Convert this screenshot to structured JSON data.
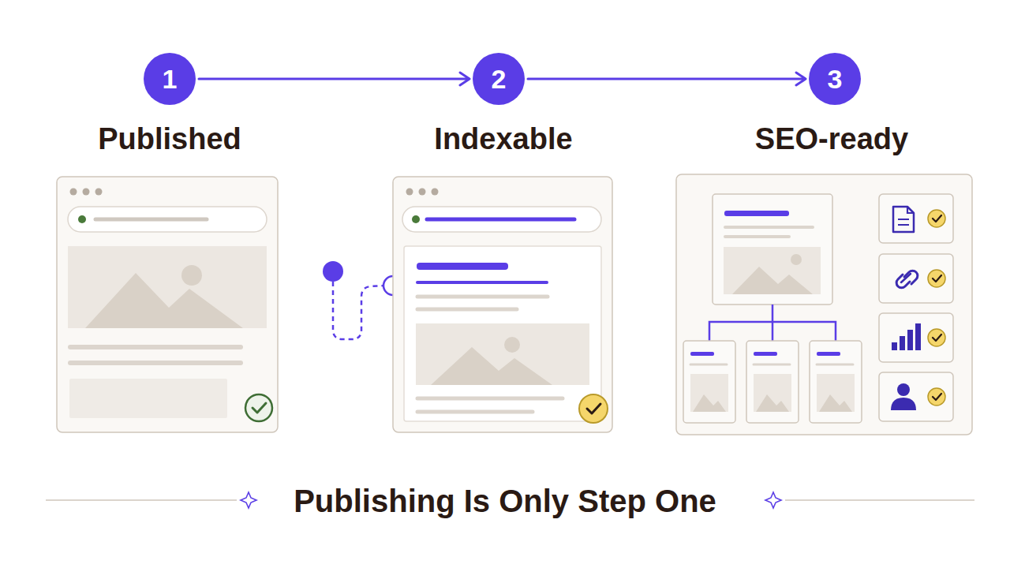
{
  "diagram": {
    "title": "Publishing Is Only Step One",
    "nodes": [
      {
        "text": [
          "1"
        ]
      },
      {
        "text": [
          "2"
        ]
      },
      {
        "text": [
          "3"
        ]
      }
    ],
    "edges": [
      {
        "from": 0,
        "to": 1,
        "arrow": "to"
      },
      {
        "from": 1,
        "to": 2,
        "arrow": "to"
      }
    ],
    "labels": [
      "Published",
      "Indexable",
      "SEO-ready"
    ]
  }
}
